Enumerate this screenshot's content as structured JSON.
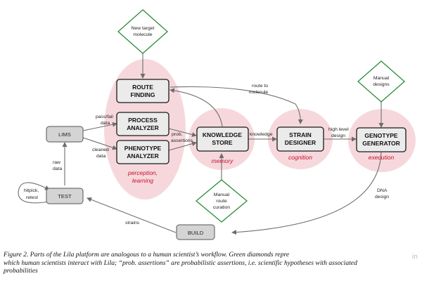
{
  "diagram": {
    "boxes": {
      "route_finding": [
        "ROUTE",
        "FINDING"
      ],
      "process_analyzer": [
        "PROCESS",
        "ANALYZER"
      ],
      "phenotype_analyzer": [
        "PHENOTYPE",
        "ANALYZER"
      ],
      "knowledge_store": [
        "KNOWLEDGE",
        "STORE"
      ],
      "strain_designer": [
        "STRAIN",
        "DESIGNER"
      ],
      "genotype_generator": [
        "GENOTYPE",
        "GENERATOR"
      ],
      "lims": "LIMS",
      "test": "TEST",
      "build": "BUILD"
    },
    "diamonds": {
      "new_target": [
        "New target",
        "molecule"
      ],
      "manual_designs": [
        "Manual",
        "designs"
      ],
      "manual_curation": [
        "Manual",
        "route",
        "curation"
      ]
    },
    "phases": {
      "perception": [
        "perception,",
        "learning"
      ],
      "memory": "memory",
      "cognition": "cognition",
      "execution": "execution"
    },
    "edge_labels": {
      "pass_fail": [
        "pass/fail",
        "data"
      ],
      "cleaned": [
        "cleaned",
        "data"
      ],
      "prob_assertions": [
        "prob.",
        "assertions"
      ],
      "knowledge": "knowledge",
      "route_to_molecule": [
        "route to",
        "molecule"
      ],
      "high_level_design": [
        "high level",
        "design"
      ],
      "dna_design": [
        "DNA",
        "design"
      ],
      "strains": "strains",
      "raw_data": [
        "raw",
        "data"
      ],
      "hitpick": [
        "hitpick,",
        "retest"
      ]
    },
    "colors": {
      "halo": "#f6d8dc",
      "box_fill": "#ebebeb",
      "box_stroke": "#1a1a1a",
      "gray_box": "#d4d4d4",
      "diamond_stroke": "#2e8b3a",
      "arrow": "#6d6d6d",
      "phase_text": "#c8102e"
    }
  },
  "caption": {
    "line1": "Figure 2. Parts of the Lila platform are analogous to a human scientist’s workflow. Green diamonds repre",
    "line2": "which human scientists interact with Lila; “prob. assertions” are probabilistic assertions, i.e. scientific hypotheses with associated",
    "line3": "probabilities"
  },
  "watermark": "in"
}
